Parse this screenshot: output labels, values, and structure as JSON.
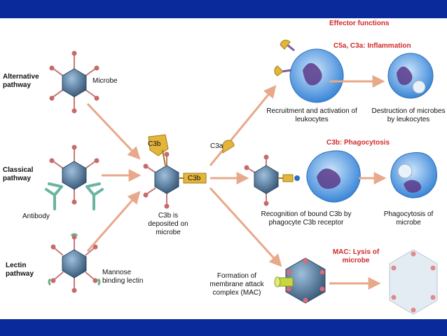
{
  "header": {
    "effector_functions": "Effector functions"
  },
  "pathways": {
    "alternative": "Alternative pathway",
    "classical": "Classical pathway",
    "lectin": "Lectin pathway"
  },
  "labels": {
    "microbe": "Microbe",
    "antibody": "Antibody",
    "mannose_binding_lectin": "Mannose binding lectin",
    "c3b_bound": "C3b",
    "c3b_cleaved": "C3b",
    "c3a": "C3a",
    "c3b_deposited": "C3b is deposited on microbe"
  },
  "effectors": {
    "inflammation_title": "C5a, C3a: Inflammation",
    "recruitment": "Recruitment and activation of leukocytes",
    "destruction": "Destruction of microbes by leukocytes",
    "phagocytosis_title": "C3b: Phagocytosis",
    "recognition": "Recognition of bound C3b by phagocyte C3b receptor",
    "phagocytosis": "Phagocytosis of microbe",
    "mac_title": "MAC: Lysis of microbe",
    "mac_formation": "Formation of membrane attack complex (MAC)"
  },
  "colors": {
    "banner": "#0a2a9c",
    "effector_title": "#d12a2a",
    "arrow": "#e8a88a",
    "microbe": "#4a6c8c",
    "c3b": "#e3b53a",
    "leukocyte": "#4a8fd6"
  }
}
